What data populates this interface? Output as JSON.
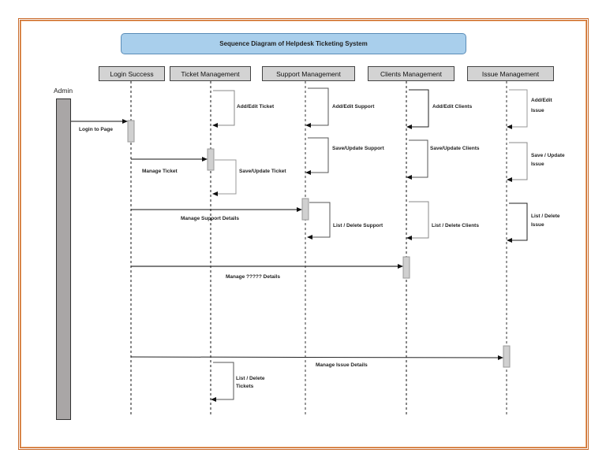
{
  "diagram": {
    "title": "Sequence Diagram of Helpdesk Ticketing System",
    "actor": "Admin",
    "lifelines": [
      {
        "id": "login",
        "label": "Login Success"
      },
      {
        "id": "ticket",
        "label": "Ticket Management"
      },
      {
        "id": "support",
        "label": "Support Management"
      },
      {
        "id": "clients",
        "label": "Clients Management"
      },
      {
        "id": "issue",
        "label": "Issue Management"
      }
    ],
    "messages": [
      {
        "from": "admin",
        "to": "login",
        "label": "Login to Page"
      },
      {
        "from": "login",
        "to": "ticket",
        "label": "Manage Ticket"
      },
      {
        "from": "login",
        "to": "support",
        "label": "Manage Support Details"
      },
      {
        "from": "login",
        "to": "clients",
        "label": "Manage ????? Details"
      },
      {
        "from": "login",
        "to": "issue",
        "label": "Manage Issue Details"
      }
    ],
    "self_messages": [
      {
        "on": "ticket",
        "label": "Add/Edit Ticket"
      },
      {
        "on": "ticket",
        "label": "Save/Update Ticket"
      },
      {
        "on": "ticket",
        "label_line1": "List / Delete",
        "label_line2": "Tickets"
      },
      {
        "on": "support",
        "label": "Add/Edit Support"
      },
      {
        "on": "support",
        "label": "Save/Update Support"
      },
      {
        "on": "support",
        "label": "List / Delete Support"
      },
      {
        "on": "clients",
        "label": "Add/Edit Clients"
      },
      {
        "on": "clients",
        "label": "Save/Update Clients"
      },
      {
        "on": "clients",
        "label": "List / Delete Clients"
      },
      {
        "on": "issue",
        "label_line1": "Add/Edit",
        "label_line2": "Issue"
      },
      {
        "on": "issue",
        "label_line1": "Save / Update",
        "label_line2": "Issue"
      },
      {
        "on": "issue",
        "label_line1": "List / Delete",
        "label_line2": "Issue"
      }
    ],
    "colors": {
      "frame": "#c8692a",
      "title_fill": "#a9cfec",
      "title_border": "#5b8db8",
      "head_fill": "#d3d3d3",
      "activation_fill": "#d0d0d0",
      "admin_bar_fill": "#a9a6a6"
    }
  }
}
